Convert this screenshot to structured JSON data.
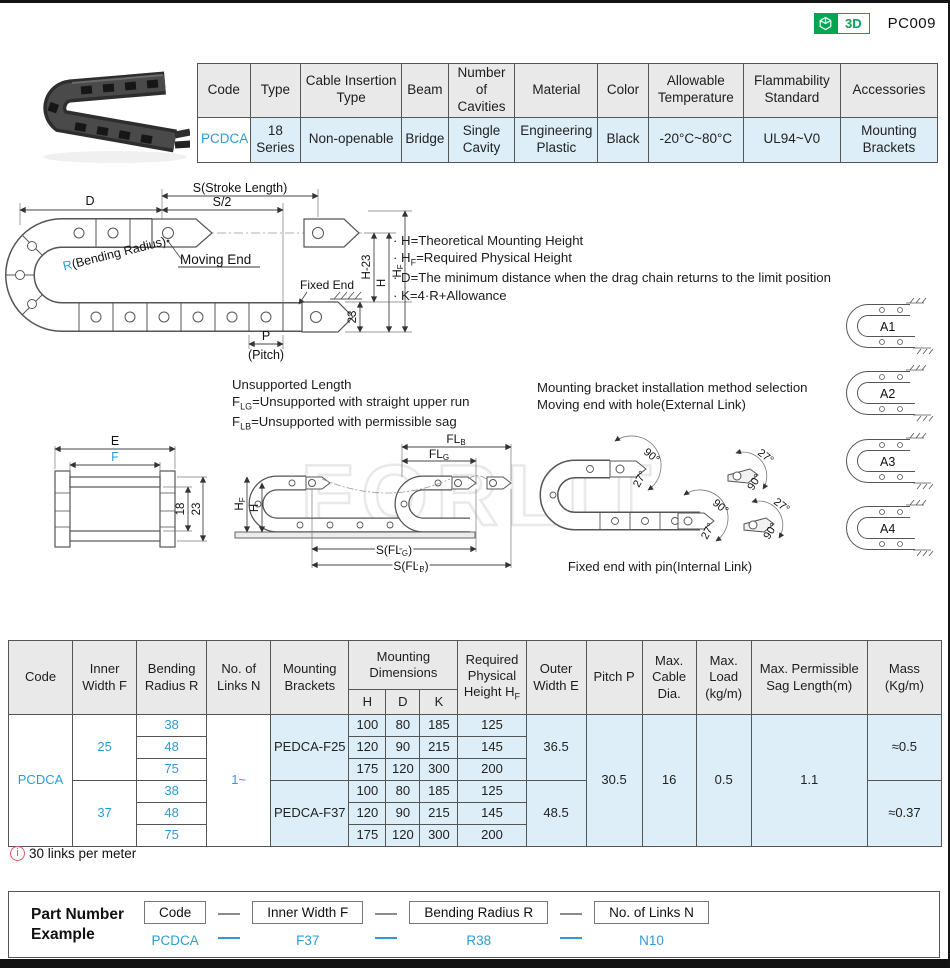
{
  "page": {
    "code": "PC009",
    "badge": "3D",
    "watermark": "FORLIT"
  },
  "spec_table": {
    "headers": [
      "Code",
      "Type",
      "Cable Insertion Type",
      "Beam",
      "Number of Cavities",
      "Material",
      "Color",
      "Allowable Temperature",
      "Flammability Standard",
      "Accessories"
    ],
    "values": [
      "PCDCA",
      "18 Series",
      "Non-openable",
      "Bridge",
      "Single Cavity",
      "Engineering Plastic",
      "Black",
      "-20°C~80°C",
      "UL94~V0",
      "Mounting Brackets"
    ]
  },
  "notes": {
    "n1": "· H=Theoretical Mounting Height",
    "n2_pre": "· H",
    "n2_sub": "F",
    "n2_rest": "=Required Physical Height",
    "n3": "· D=The minimum distance when the drag chain returns to the limit position",
    "n4": "· K=4·R+Allowance"
  },
  "side_view": {
    "d": "D",
    "s": "S(Stroke Length)",
    "s_half": "S/2",
    "moving_end": "Moving End",
    "r_blue": "R",
    "r_rest": "(Bending Radius)",
    "fixed_end": "Fixed End",
    "h23": "H-23",
    "h": "H",
    "hf_main": "H",
    "hf_sub": "F",
    "dim23": "23",
    "p": "P",
    "pitch": "(Pitch)"
  },
  "cross_section": {
    "e": "E",
    "f": "F",
    "d18": "18",
    "d23": "23"
  },
  "unsupported": {
    "title": "Unsupported Length",
    "l1_pre": "F",
    "l1_sub": "LG",
    "l1_rest": "=Unsupported with straight upper run",
    "l2_pre": "F",
    "l2_sub": "LB",
    "l2_rest": "=Unsupported with permissible sag",
    "flb_main": "FL",
    "flb_sub": "B",
    "flg_main": "FL",
    "flg_sub": "G",
    "hf_main": "H",
    "hf_sub": "F",
    "h": "H",
    "sflg_a": "S(FL",
    "sflg_sub": "G",
    "sflg_b": ")",
    "sflb_a": "S(FL",
    "sflb_sub": "B",
    "sflb_b": ")"
  },
  "mounting": {
    "l1": "Mounting bracket installation method selection",
    "l2": "Moving end with hole(External Link)",
    "caption": "Fixed end with pin(Internal Link)",
    "a90": "90°",
    "a27": "27°"
  },
  "links_labels": {
    "a1": "A1",
    "a2": "A2",
    "a3": "A3",
    "a4": "A4"
  },
  "t2": {
    "headers": {
      "code": "Code",
      "width": "Inner Width F",
      "radius": "Bending Radius R",
      "links": "No. of Links N",
      "brackets": "Mounting Brackets",
      "mdim": "Mounting Dimensions",
      "h": "H",
      "d": "D",
      "k": "K",
      "req_main": "Required Physical Height H",
      "req_sub": "F",
      "outer": "Outer Width E",
      "pitch": "Pitch P",
      "cable": "Max. Cable Dia.",
      "load": "Max. Load (kg/m)",
      "sag": "Max. Permissible Sag Length(m)",
      "mass": "Mass (Kg/m)"
    },
    "code": "PCDCA",
    "links": "1~",
    "width1": "25",
    "width2": "37",
    "bracket1": "PEDCA-F25",
    "bracket2": "PEDCA-F37",
    "outer1": "36.5",
    "outer2": "48.5",
    "pitch": "30.5",
    "cable": "16",
    "load": "0.5",
    "sag": "1.1",
    "mass1": "≈0.5",
    "mass2": "≈0.37",
    "rows": [
      {
        "r": "38",
        "h": "100",
        "d": "80",
        "k": "185",
        "hf": "125"
      },
      {
        "r": "48",
        "h": "120",
        "d": "90",
        "k": "215",
        "hf": "145"
      },
      {
        "r": "75",
        "h": "175",
        "d": "120",
        "k": "300",
        "hf": "200"
      },
      {
        "r": "38",
        "h": "100",
        "d": "80",
        "k": "185",
        "hf": "125"
      },
      {
        "r": "48",
        "h": "120",
        "d": "90",
        "k": "215",
        "hf": "145"
      },
      {
        "r": "75",
        "h": "175",
        "d": "120",
        "k": "300",
        "hf": "200"
      }
    ]
  },
  "note": {
    "icon": "i",
    "text": "30 links per meter"
  },
  "part_number": {
    "title1": "Part Number",
    "title2": "Example",
    "box1": "Code",
    "box2": "Inner Width F",
    "box3": "Bending Radius R",
    "box4": "No. of Links N",
    "val1": "PCDCA",
    "val2": "F37",
    "val3": "R38",
    "val4": "N10"
  }
}
